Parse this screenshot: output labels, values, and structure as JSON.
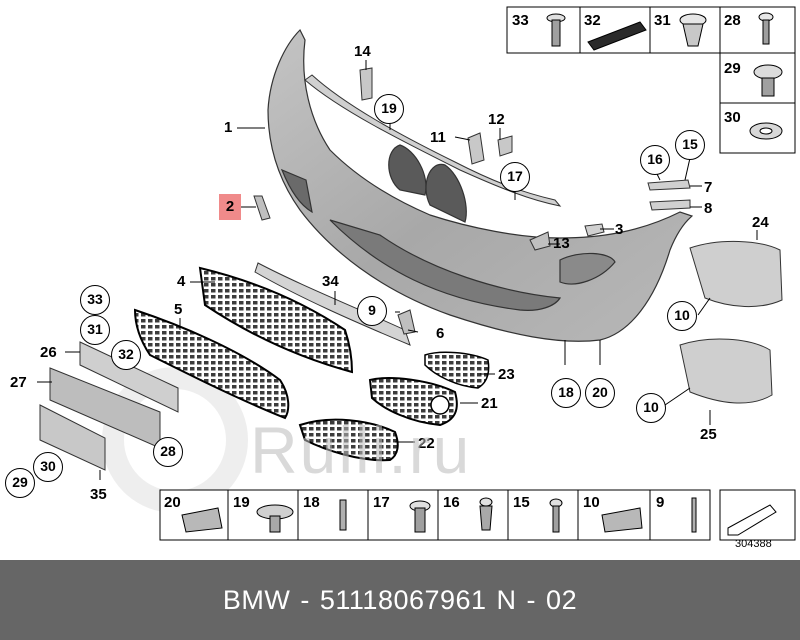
{
  "diagram": {
    "reference_number": "304388",
    "highlighted_callout": "2",
    "accent_color": "#f08a8a",
    "callouts": [
      {
        "id": "c1",
        "text": "1"
      },
      {
        "id": "c3",
        "text": "3"
      },
      {
        "id": "c4",
        "text": "4"
      },
      {
        "id": "c5",
        "text": "5"
      },
      {
        "id": "c6",
        "text": "6"
      },
      {
        "id": "c7",
        "text": "7"
      },
      {
        "id": "c8",
        "text": "8"
      },
      {
        "id": "c11",
        "text": "11"
      },
      {
        "id": "c12",
        "text": "12"
      },
      {
        "id": "c13",
        "text": "13"
      },
      {
        "id": "c14",
        "text": "14"
      },
      {
        "id": "c21",
        "text": "21"
      },
      {
        "id": "c22",
        "text": "22"
      },
      {
        "id": "c23",
        "text": "23"
      },
      {
        "id": "c24",
        "text": "24"
      },
      {
        "id": "c25",
        "text": "25"
      },
      {
        "id": "c26",
        "text": "26"
      },
      {
        "id": "c27",
        "text": "27"
      },
      {
        "id": "c34",
        "text": "34"
      },
      {
        "id": "c35",
        "text": "35"
      }
    ],
    "circled_callouts": [
      {
        "id": "o9",
        "text": "9"
      },
      {
        "id": "o10a",
        "text": "10"
      },
      {
        "id": "o10b",
        "text": "10"
      },
      {
        "id": "o15",
        "text": "15"
      },
      {
        "id": "o16",
        "text": "16"
      },
      {
        "id": "o17",
        "text": "17"
      },
      {
        "id": "o18",
        "text": "18"
      },
      {
        "id": "o19",
        "text": "19"
      },
      {
        "id": "o20",
        "text": "20"
      },
      {
        "id": "o28",
        "text": "28"
      },
      {
        "id": "o29",
        "text": "29"
      },
      {
        "id": "o30",
        "text": "30"
      },
      {
        "id": "o31",
        "text": "31"
      },
      {
        "id": "o32",
        "text": "32"
      },
      {
        "id": "o33",
        "text": "33"
      }
    ],
    "top_parts_box": [
      "33",
      "32",
      "31",
      "28",
      "29",
      "30"
    ],
    "bottom_parts_box": [
      "20",
      "19",
      "18",
      "17",
      "16",
      "15",
      "10",
      "9"
    ]
  },
  "watermark": "Rulli.ru",
  "caption": "BMW - 51118067961     N - 02"
}
